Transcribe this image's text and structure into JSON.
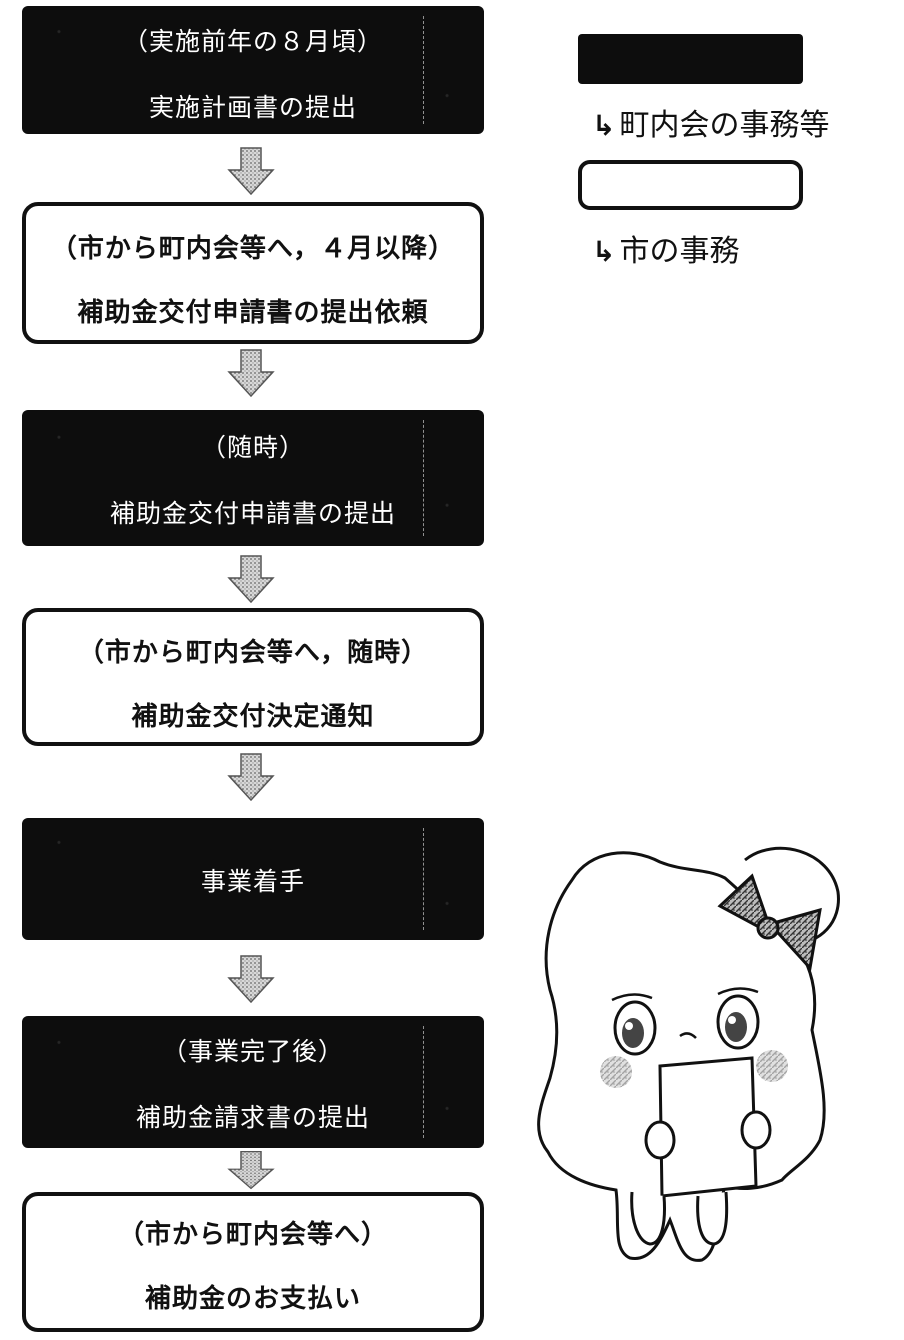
{
  "legend": {
    "dark_label": "町内会の事務等",
    "light_label": "市の事務",
    "marker": "↳"
  },
  "steps": [
    {
      "sub": "（実施前年の８月頃）",
      "main": "実施計画書の提出"
    },
    {
      "sub": "（市から町内会等へ，４月以降）",
      "main": "補助金交付申請書の提出依頼"
    },
    {
      "sub": "（随時）",
      "main": "補助金交付申請書の提出"
    },
    {
      "sub": "（市から町内会等へ，随時）",
      "main": "補助金交付決定通知"
    },
    {
      "sub": "",
      "main": "事業着手"
    },
    {
      "sub": "（事業完了後）",
      "main": "補助金請求書の提出"
    },
    {
      "sub": "（市から町内会等へ）",
      "main": "補助金のお支払い"
    }
  ]
}
